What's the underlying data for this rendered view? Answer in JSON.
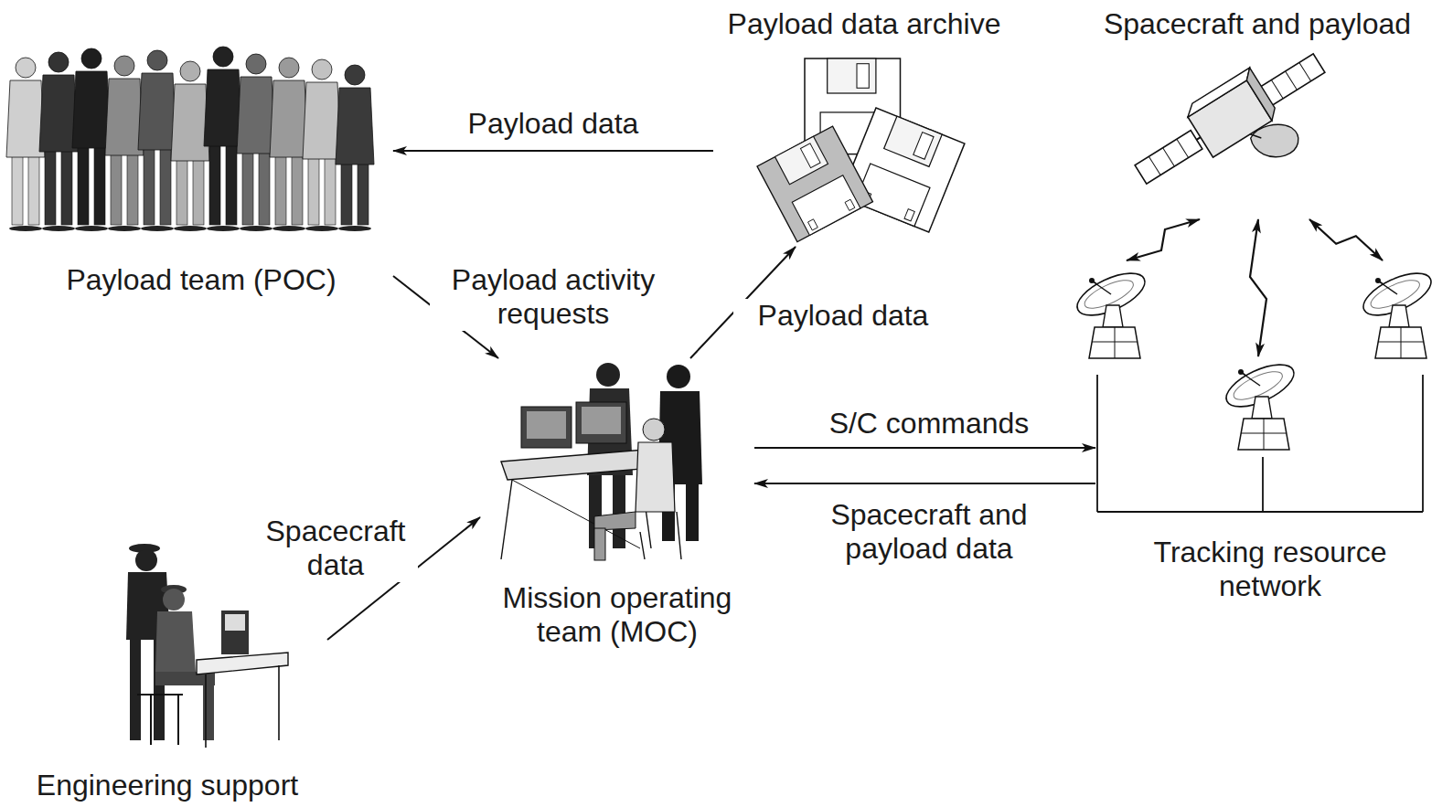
{
  "diagram": {
    "nodes": [
      {
        "text": [
          "Payload team (POC)"
        ]
      },
      {
        "text": [
          "Payload data archive"
        ]
      },
      {
        "text": [
          "Spacecraft and payload"
        ]
      },
      {
        "text": [
          "Mission operating team (MOC)"
        ]
      },
      {
        "text": [
          "Tracking resource network"
        ]
      },
      {
        "text": [
          "Engineering support"
        ]
      }
    ],
    "edges": [
      {
        "from": 1,
        "to": 0,
        "label": "Payload data",
        "arrow": "to"
      },
      {
        "from": 0,
        "to": 3,
        "label": "Payload activity requests",
        "arrow": "to"
      },
      {
        "from": 3,
        "to": 1,
        "label": "Payload data",
        "arrow": "to"
      },
      {
        "from": 3,
        "to": 4,
        "label": "S/C commands",
        "arrow": "to"
      },
      {
        "from": 4,
        "to": 3,
        "label": "Spacecraft and payload data",
        "arrow": "to"
      },
      {
        "from": 5,
        "to": 3,
        "label": "Spacecraft data",
        "arrow": "to"
      },
      {
        "from": 2,
        "to": 4,
        "arrow": "both"
      },
      {
        "from": 2,
        "to": 4,
        "arrow": "both"
      },
      {
        "from": 2,
        "to": 4,
        "arrow": "both"
      }
    ]
  }
}
